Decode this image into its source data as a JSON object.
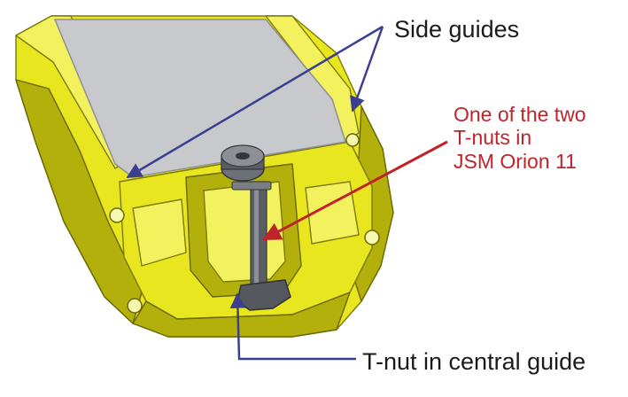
{
  "annotations": {
    "side_guides": "Side guides",
    "tnut_central": "T-nut in central guide",
    "orion_lines": [
      "One of the two",
      "T-nuts in",
      "JSM Orion 11"
    ]
  },
  "colors": {
    "profile_yellow": "#e8e61f",
    "profile_yellow_dark": "#b3b00c",
    "profile_yellow_light": "#f3f25e",
    "cover_gray": "#c8c9cc",
    "bolt_gray": "#5a5d62",
    "arrow_blue": "#3a3f8f",
    "arrow_red": "#c0242a",
    "text_dark": "#1a1a1a",
    "text_red": "#c0242a"
  }
}
